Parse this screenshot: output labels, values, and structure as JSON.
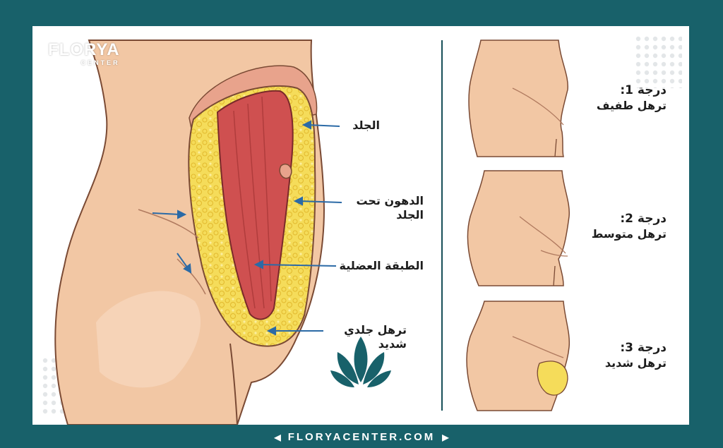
{
  "brand": {
    "logo_main": "FLORYA",
    "logo_sub": "CENTER",
    "footer_url": "FLORYACENTER.COM"
  },
  "labels": {
    "skin": "الجلد",
    "subcutaneous_fat": "الدهون تحت الجلد",
    "muscle_layer": "الطبقة العضلية",
    "severe_sagging": "ترهل جلدي شديد"
  },
  "grades": [
    {
      "title": "درجة 1:",
      "desc": "ترهل طفيف"
    },
    {
      "title": "درجة 2:",
      "desc": "ترهل متوسط"
    },
    {
      "title": "درجة 3:",
      "desc": "ترهل شديد"
    }
  ],
  "colors": {
    "frame": "#18616a",
    "skin": "#f2c7a4",
    "fat": "#f5dc5a",
    "muscle": "#cf5050",
    "arrow": "#2b6aa6"
  }
}
